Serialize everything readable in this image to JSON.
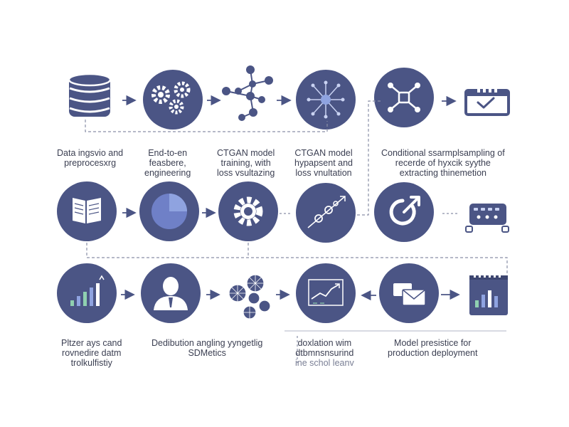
{
  "colors": {
    "node": "#4b5585",
    "icon": "#ffffff",
    "arrow": "#4b5585",
    "dashed": "#8a8fa6",
    "text": "#3b3f52",
    "accent_blue": "#8fa3e0",
    "accent_green": "#8fd0b0"
  },
  "labels": {
    "row1_step1": [
      "Data ingsvio and",
      "preprocesxrg"
    ],
    "row1_step2": [
      "End-to-en",
      "feasbere,",
      "engineering"
    ],
    "row1_step3": [
      "CTGAN model",
      "training, with",
      "loss vsultazing"
    ],
    "row1_step4": [
      "CTGAN model",
      "hypapsent and",
      "loss vnultation"
    ],
    "row1_step5": [
      "Conditional ssarmplsampling of",
      "recerde of hyxcik syythe",
      "extracting thinemetion"
    ],
    "row3_step1": [
      "Pltzer ays cand",
      "rovnedire datm",
      "trolkulfistiy"
    ],
    "row3_step2": [
      "Dedibution angling yyngetlig",
      "SDMetics"
    ],
    "row3_step3": [
      "doxlation wim",
      "dtbmnsnsurind",
      "ine schol leanv"
    ],
    "row3_step4": [
      "Model presistice for",
      "production deployment"
    ]
  },
  "icons": {
    "row1": [
      "database-icon",
      "gears-icon",
      "network-graph-icon",
      "hub-network-icon",
      "network-hub-icon",
      "checklist-card-icon"
    ],
    "row2": [
      "document-pages-icon",
      "pie-chart-icon",
      "gear-icon",
      "trend-chart-icon",
      "refresh-arrow-icon",
      "server-device-icon"
    ],
    "row3": [
      "bar-chart-icon",
      "person-avatar-icon",
      "hexagon-cluster-icon",
      "line-chart-board-icon",
      "envelope-chat-icon",
      "calendar-chart-icon"
    ]
  }
}
